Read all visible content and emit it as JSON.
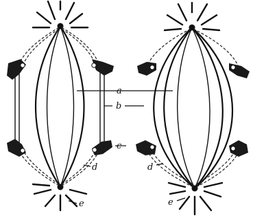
{
  "labels": {
    "a": "a",
    "b": "b",
    "c": "c",
    "d_left": "d",
    "d_right": "d",
    "e_left": "e",
    "e_right": "e"
  }
}
